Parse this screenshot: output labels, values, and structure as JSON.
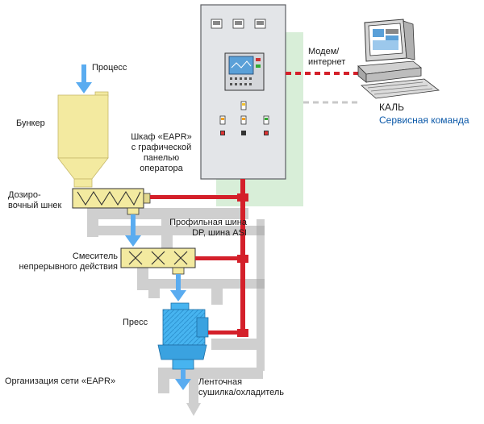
{
  "labels": {
    "process": "Процесс",
    "bunker": "Бункер",
    "cabinet": [
      "Шкаф «EAPR»",
      "с графической",
      "панелью",
      "оператора"
    ],
    "doser": [
      "Дозиро-",
      "вочный шнек"
    ],
    "profibus": [
      "Профильная шина",
      "DP, шина ASI"
    ],
    "mixer": [
      "Смеситель",
      "непрерывного действия"
    ],
    "press": "Пресс",
    "network_org": "Организация сети «EAPR»",
    "belt_dryer": [
      "Ленточная",
      "сушилка/охладитель"
    ],
    "modem": [
      "Модем/",
      "интернет"
    ],
    "kal": "КАЛЬ",
    "service_team": "Сервисная команда"
  },
  "colors": {
    "bunker_fill": "#f3eaa0",
    "cabinet_fill": "#e3e5e8",
    "cabinet_stroke": "#5c5f63",
    "green_zone": "#d8eed8",
    "network_red": "#d4202a",
    "pipe_gray": "#cfcfcf",
    "flow_blue": "#5aacf0",
    "press_blue": "#47b4f0",
    "screen_blue": "#5aa0d8"
  }
}
